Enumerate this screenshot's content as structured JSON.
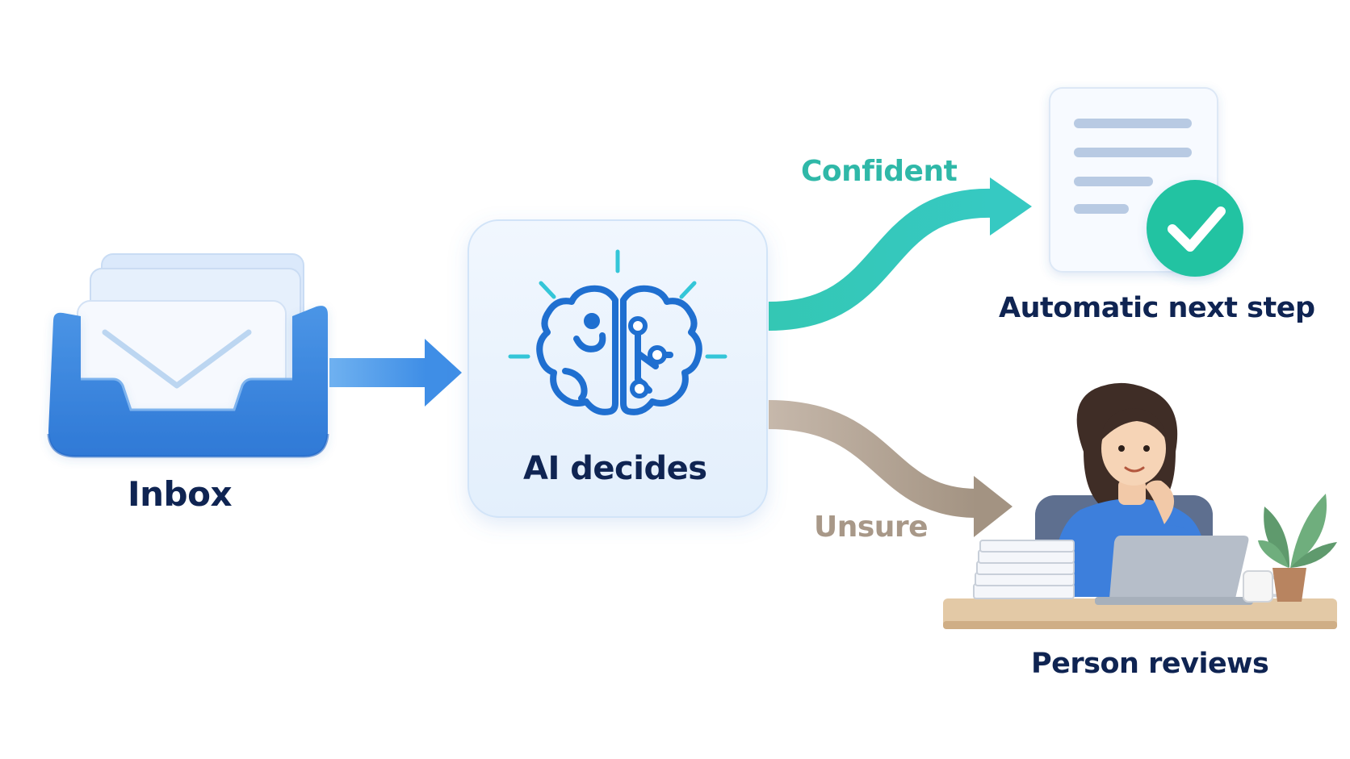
{
  "labels": {
    "inbox": "Inbox",
    "ai_decides": "AI decides",
    "confident": "Confident",
    "unsure": "Unsure",
    "automatic_next_step": "Automatic next step",
    "person_reviews": "Person reviews"
  },
  "colors": {
    "text_dark": "#0f2452",
    "inbox_blue": "#3b87e0",
    "arrow_blue": "#3f8ee6",
    "confident_teal": "#2fb8a8",
    "unsure_taupe": "#a89888",
    "brain_blue": "#1f6fd0",
    "spark_cyan": "#34c6d8",
    "check_green": "#22c3a2",
    "ai_box_bg": "#eaf3fd"
  },
  "icons": {
    "inbox": "inbox-tray-icon",
    "envelope": "envelope-icon",
    "brain": "brain-circuit-icon",
    "document": "document-icon",
    "check": "check-circle-icon",
    "person": "person-at-laptop-illustration",
    "plant": "potted-plant-icon",
    "mug": "coffee-mug-icon"
  }
}
